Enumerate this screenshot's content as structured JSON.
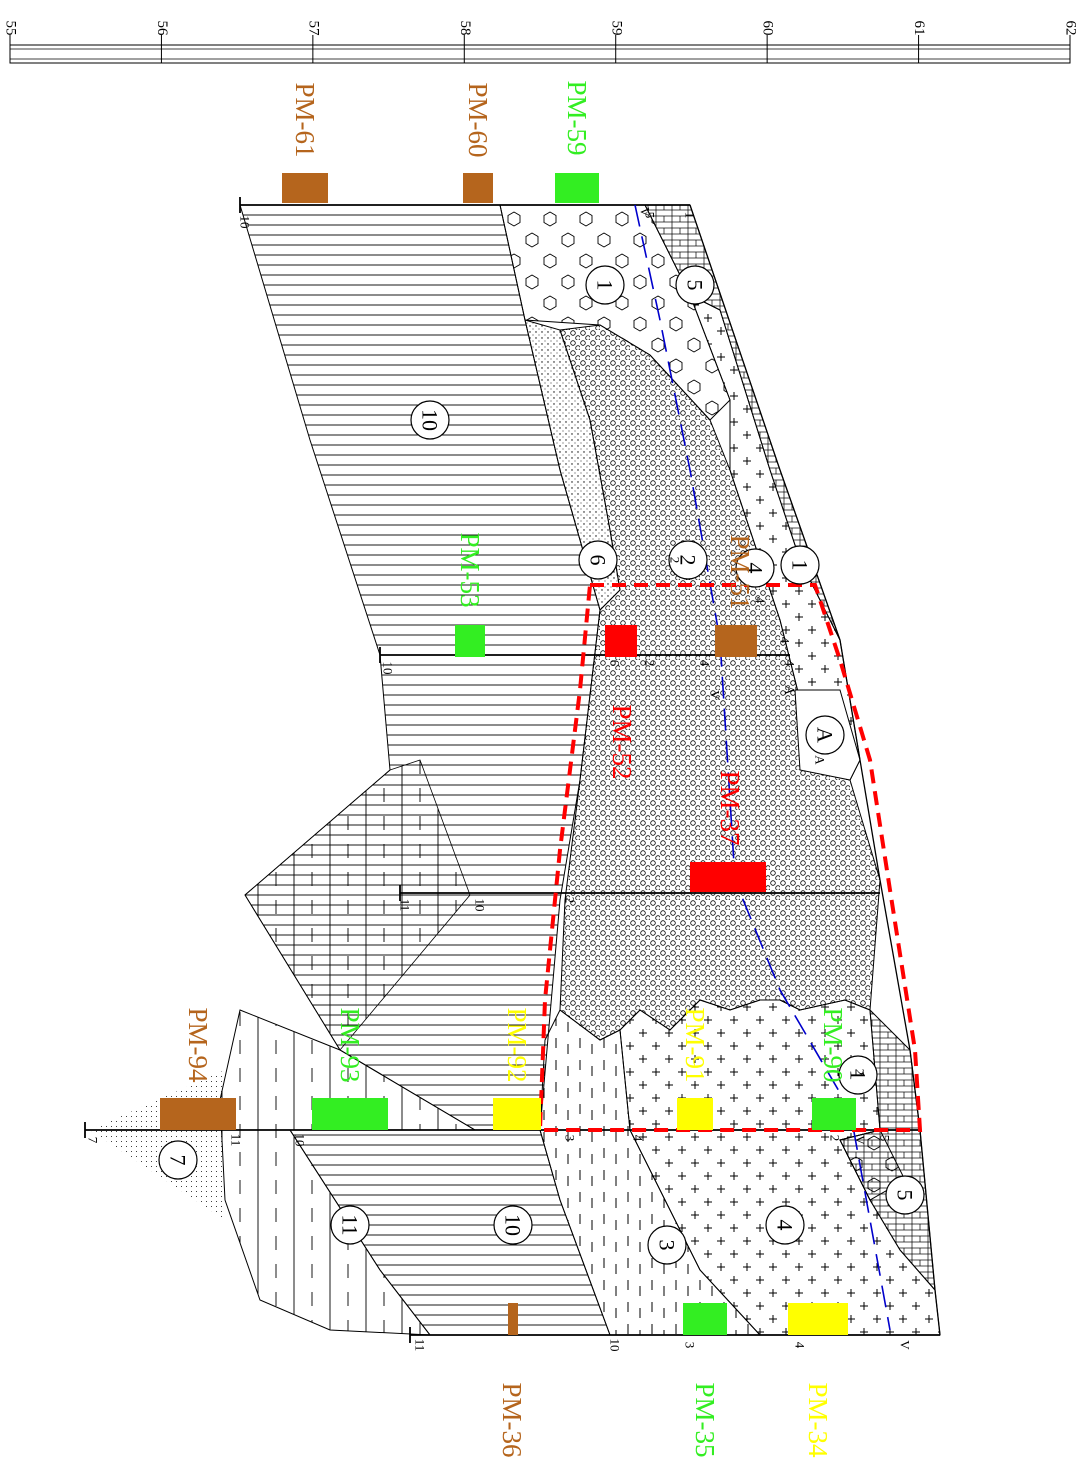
{
  "scale": {
    "tick_labels": [
      "55",
      "56",
      "57",
      "58",
      "59",
      "60",
      "61",
      "62"
    ]
  },
  "colors": {
    "brown": "#b5651d",
    "green": "#33ee22",
    "yellow": "#ffff00",
    "red": "#ff0000",
    "water_line": "#0000cc",
    "zone_outline": "#ff0000"
  },
  "points": [
    {
      "label": "PM-61",
      "color": "brown"
    },
    {
      "label": "PM-60",
      "color": "brown"
    },
    {
      "label": "PM-59",
      "color": "green"
    },
    {
      "label": "PM-51",
      "color": "brown"
    },
    {
      "label": "PM-53",
      "color": "green"
    },
    {
      "label": "PM-52",
      "color": "red"
    },
    {
      "label": "PM-37",
      "color": "red"
    },
    {
      "label": "PM-94",
      "color": "brown"
    },
    {
      "label": "PM-93",
      "color": "green"
    },
    {
      "label": "PM-92",
      "color": "yellow"
    },
    {
      "label": "PM-91",
      "color": "yellow"
    },
    {
      "label": "PM-90",
      "color": "green"
    },
    {
      "label": "PM-36",
      "color": "brown"
    },
    {
      "label": "PM-35",
      "color": "green"
    },
    {
      "label": "PM-34",
      "color": "yellow"
    }
  ],
  "layers": [
    {
      "id": "1",
      "label": "1"
    },
    {
      "id": "2",
      "label": "2"
    },
    {
      "id": "3",
      "label": "3"
    },
    {
      "id": "4",
      "label": "4"
    },
    {
      "id": "5",
      "label": "5"
    },
    {
      "id": "6",
      "label": "6"
    },
    {
      "id": "7",
      "label": "7"
    },
    {
      "id": "10",
      "label": "10"
    },
    {
      "id": "11",
      "label": "11"
    },
    {
      "id": "A",
      "label": "A"
    }
  ],
  "borehole_marks": {
    "b1": [
      "10",
      "5",
      "1"
    ],
    "b2": [
      "10",
      "6",
      "2",
      "4",
      "4"
    ],
    "b3": [
      "11",
      "10",
      "2"
    ],
    "b4": [
      "7",
      "11",
      "10",
      "3",
      "4",
      "2",
      "5"
    ],
    "b5": [
      "11",
      "10",
      "3",
      "4",
      "V"
    ]
  },
  "misc_marks": [
    "V",
    "V",
    "V",
    "1",
    "1",
    "2",
    "2",
    "4",
    "4",
    "A",
    "A"
  ]
}
